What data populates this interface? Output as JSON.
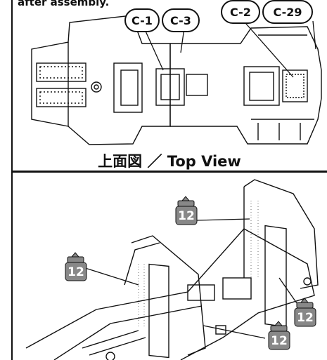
{
  "top_view": {
    "note": "after assembly.",
    "callouts": [
      "C-1",
      "C-3",
      "C-2",
      "C-29"
    ],
    "caption": "上面図 ／ Top View"
  },
  "paint_marks": {
    "color_number": "12",
    "count": 4
  }
}
